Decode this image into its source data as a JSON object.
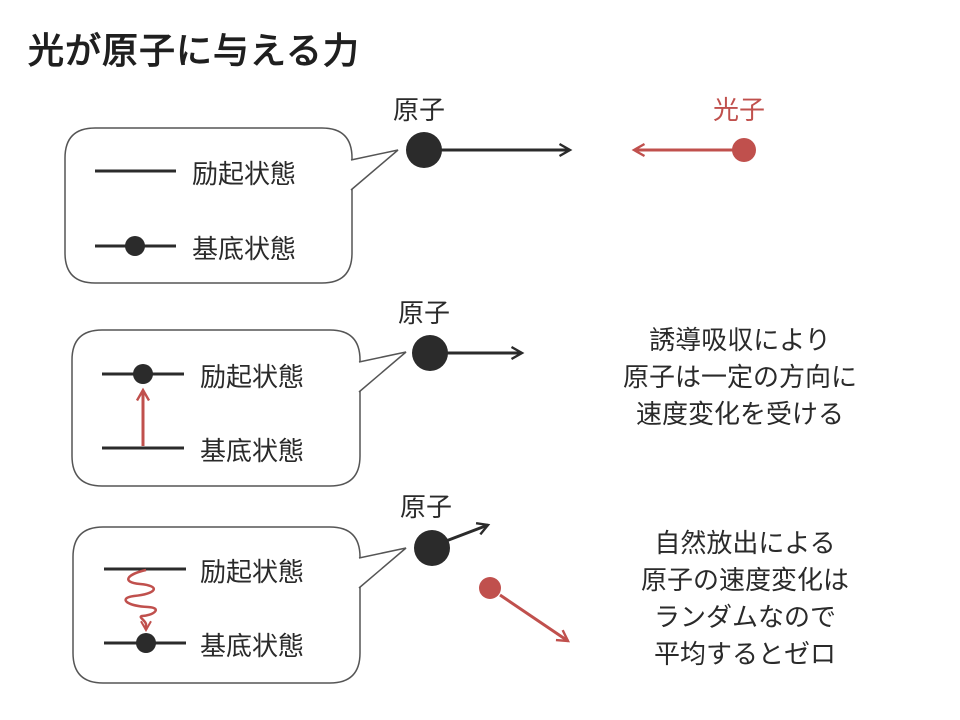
{
  "title": "光が原子に与える力",
  "colors": {
    "dark": "#2b2b2b",
    "accent": "#c0504d",
    "stroke": "#555555"
  },
  "panel1": {
    "atom_label": "原子",
    "photon_label": "光子",
    "legend": {
      "excited": "励起状態",
      "ground": "基底状態"
    }
  },
  "panel2": {
    "atom_label": "原子",
    "legend": {
      "excited": "励起状態",
      "ground": "基底状態"
    },
    "note": [
      "誘導吸収により",
      "原子は一定の方向に",
      "速度変化を受ける"
    ]
  },
  "panel3": {
    "atom_label": "原子",
    "legend": {
      "excited": "励起状態",
      "ground": "基底状態"
    },
    "note": [
      "自然放出による",
      "原子の速度変化は",
      "ランダムなので",
      "平均するとゼロ"
    ]
  }
}
